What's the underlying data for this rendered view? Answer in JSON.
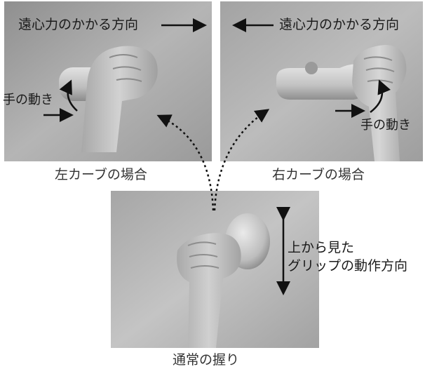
{
  "panels": {
    "left": {
      "force_label": "遠心力のかかる方向",
      "hand_motion": "手の動き",
      "caption": "左カーブの場合"
    },
    "right": {
      "force_label": "遠心力のかかる方向",
      "hand_motion": "手の動き",
      "caption": "右カーブの場合"
    },
    "bottom": {
      "grip_label_line1": "上から見た",
      "grip_label_line2": "グリップの動作方向",
      "caption": "通常の握り"
    }
  }
}
